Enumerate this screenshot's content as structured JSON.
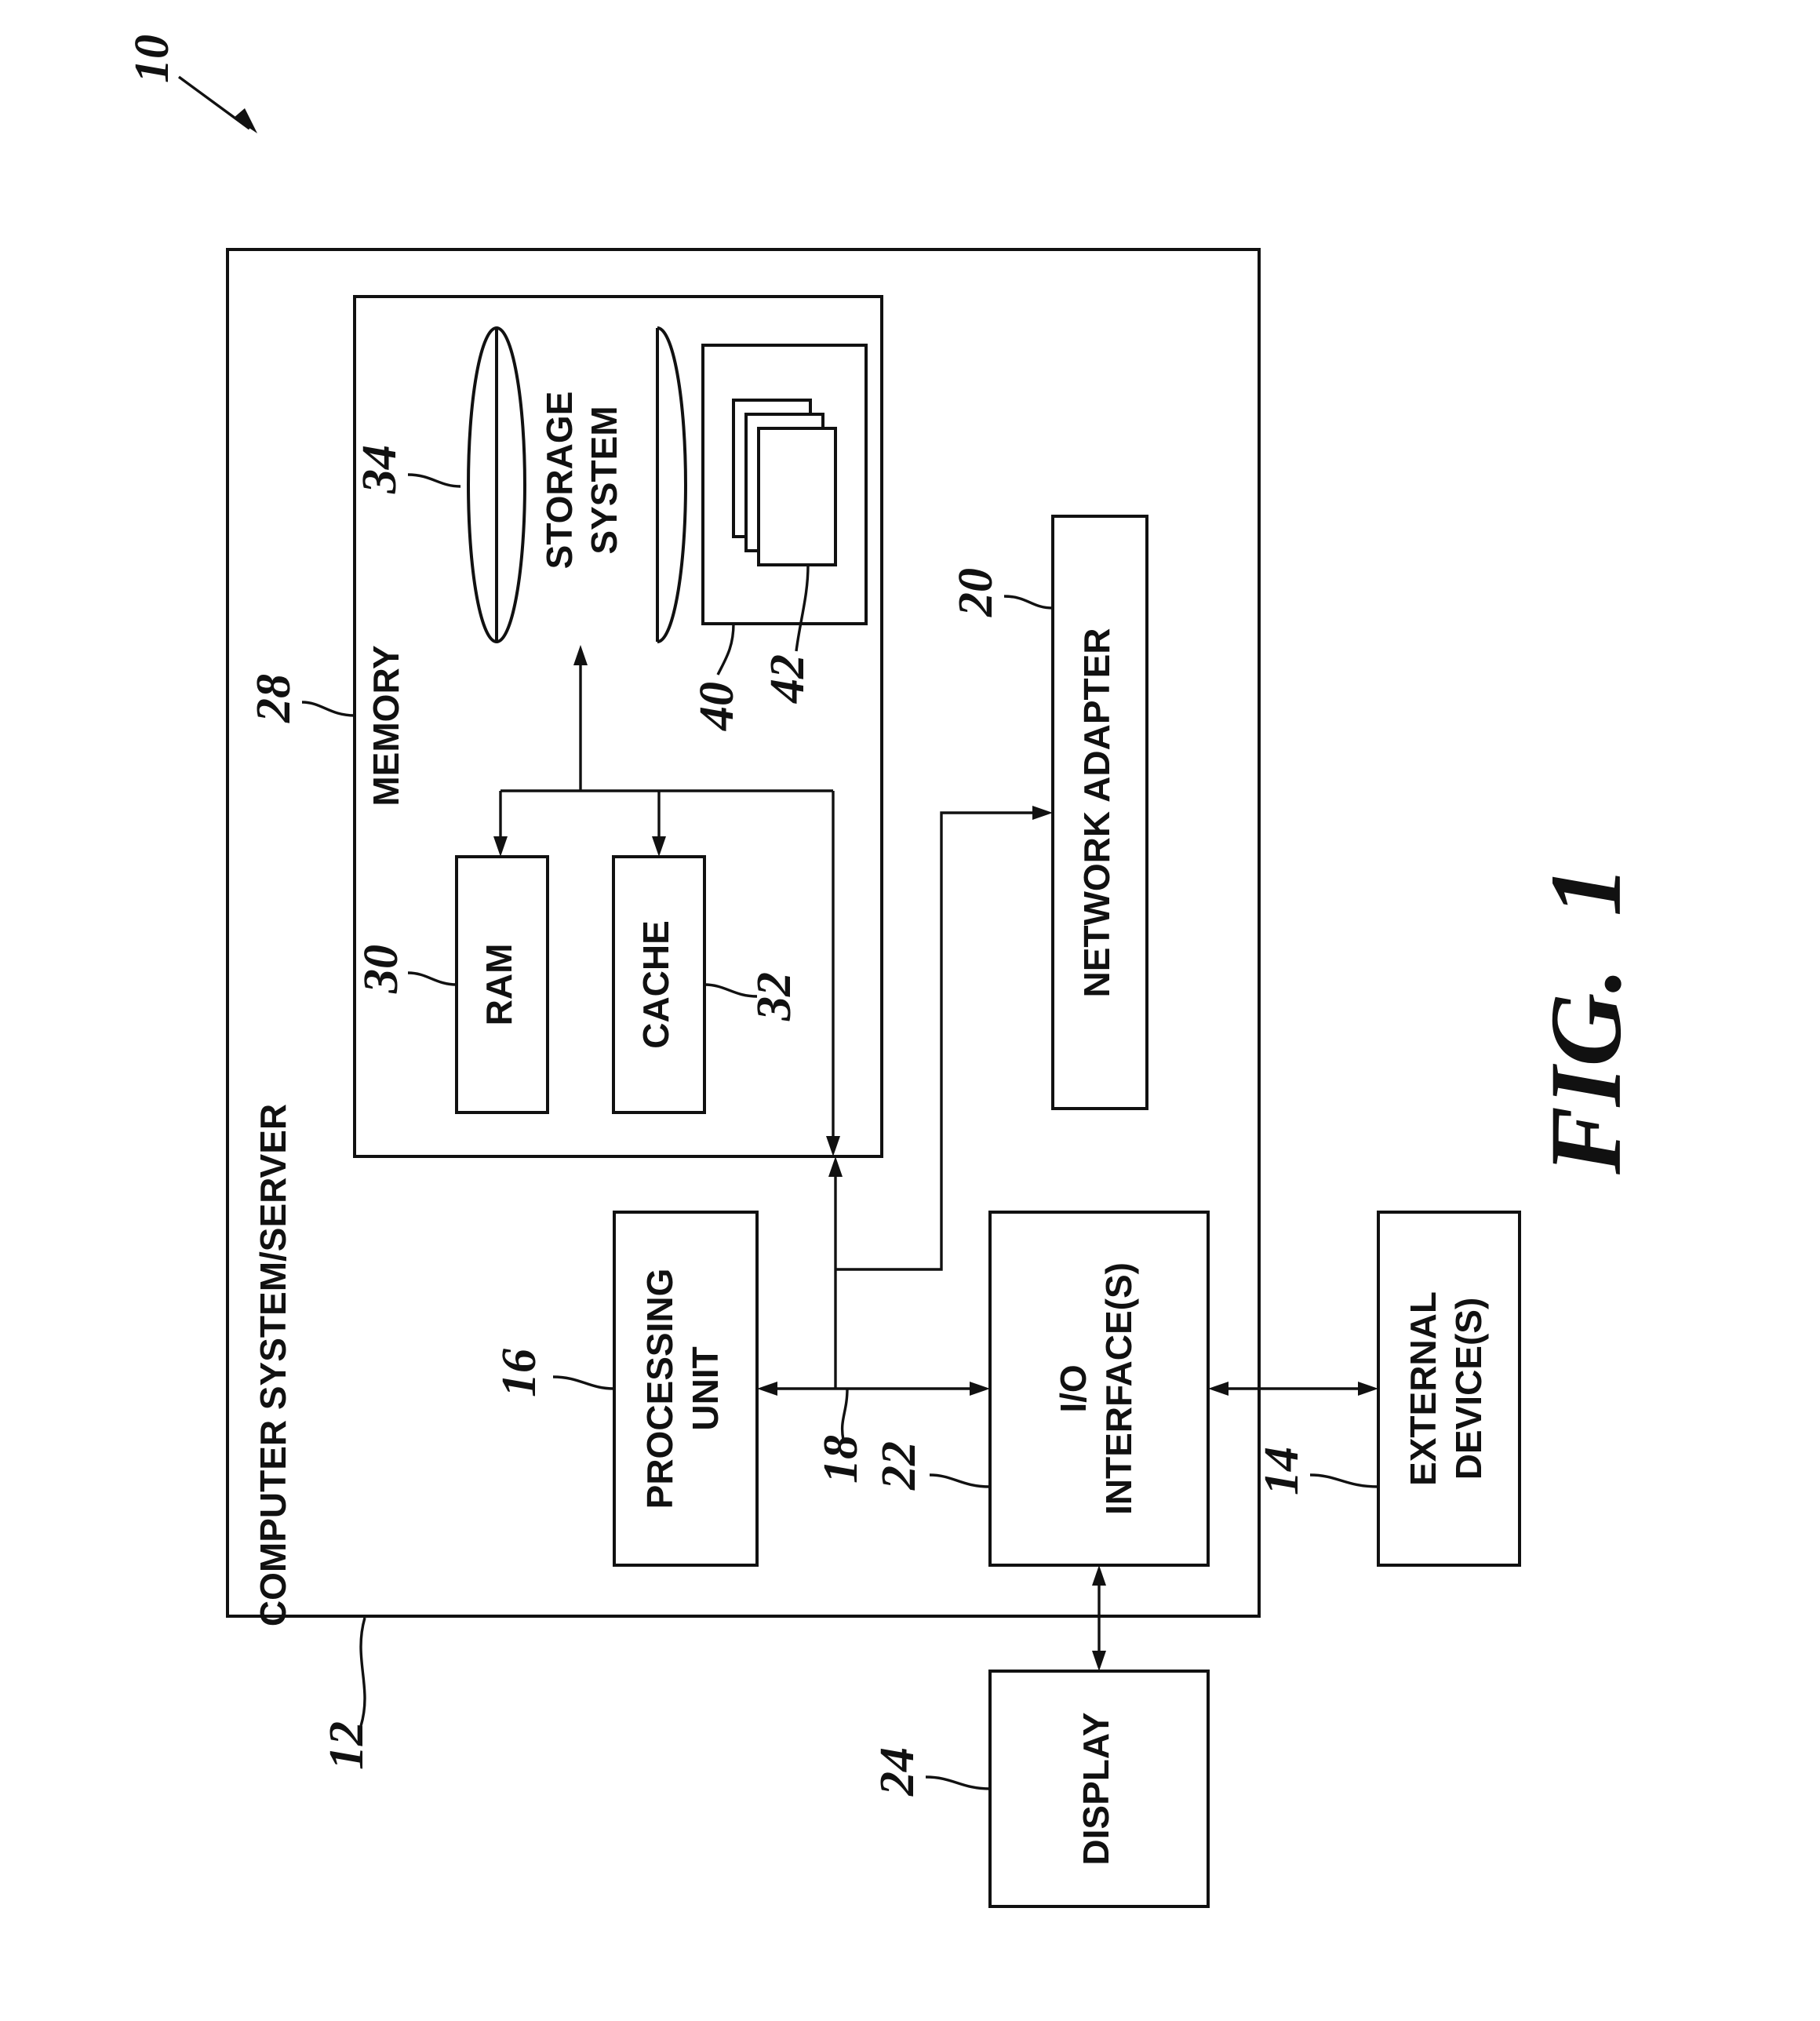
{
  "figure": {
    "title": "FIG.  1"
  },
  "labels": {
    "computer_system": "COMPUTER SYSTEM/SERVER",
    "memory": "MEMORY",
    "storage_line1": "STORAGE",
    "storage_line2": "SYSTEM",
    "ram": "RAM",
    "cache": "CACHE",
    "network_adapter": "NETWORK ADAPTER",
    "processing_line1": "PROCESSING",
    "processing_line2": "UNIT",
    "io_line1": "I/O",
    "io_line2": "INTERFACE(S)",
    "external_line1": "EXTERNAL",
    "external_line2": "DEVICE(S)",
    "display": "DISPLAY"
  },
  "refs": {
    "r10": "10",
    "r12": "12",
    "r14": "14",
    "r16": "16",
    "r18": "18",
    "r20": "20",
    "r22": "22",
    "r24": "24",
    "r28": "28",
    "r30": "30",
    "r32": "32",
    "r34": "34",
    "r40": "40",
    "r42": "42"
  },
  "colors": {
    "ink": "#111111",
    "background": "#ffffff"
  }
}
